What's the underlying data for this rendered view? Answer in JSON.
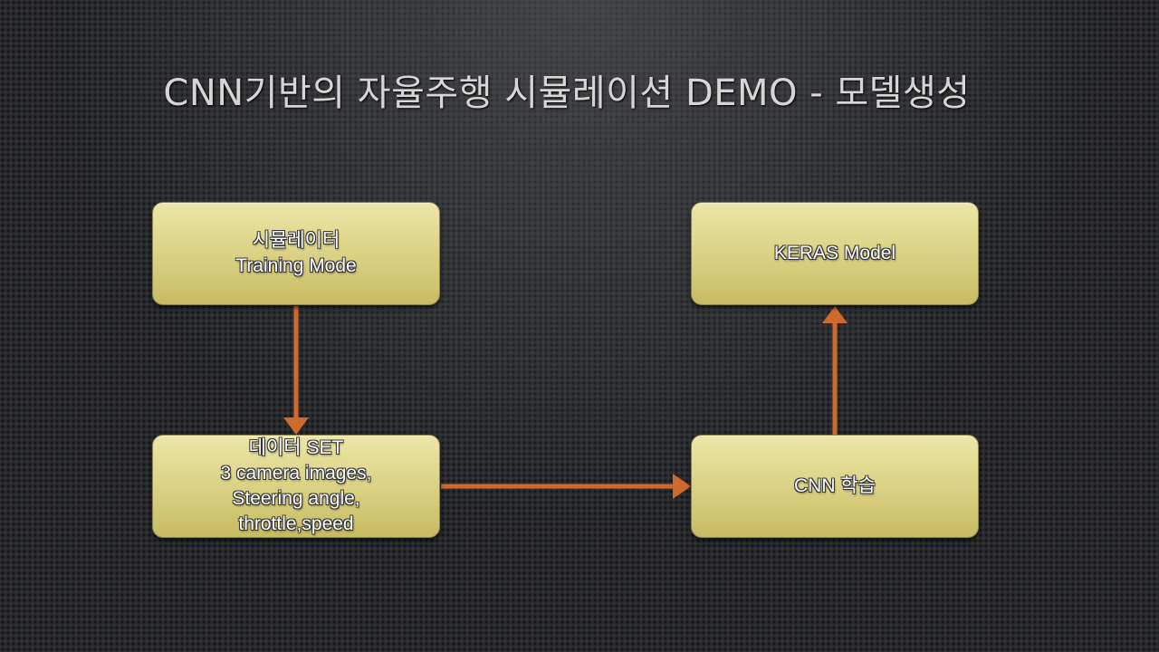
{
  "title": "CNN기반의 자율주행 시뮬레이션 DEMO - 모델생성",
  "colors": {
    "box_fill": "#ddd488",
    "arrow": "#d0692c",
    "title_text": "#d6d6d6"
  },
  "boxes": {
    "simulator": {
      "line1": "시뮬레이터",
      "line2": "Training Mode"
    },
    "dataset": {
      "line1": "데이터 SET",
      "line2": "3 camera images,",
      "line3": "Steering angle,",
      "line4": "throttle,speed"
    },
    "cnn": {
      "line1": "CNN 학습"
    },
    "keras": {
      "line1": "KERAS Model"
    }
  },
  "arrows": [
    {
      "from": "시뮬레이터 Training Mode",
      "to": "데이터 SET"
    },
    {
      "from": "데이터 SET",
      "to": "CNN 학습"
    },
    {
      "from": "CNN 학습",
      "to": "KERAS Model"
    }
  ]
}
